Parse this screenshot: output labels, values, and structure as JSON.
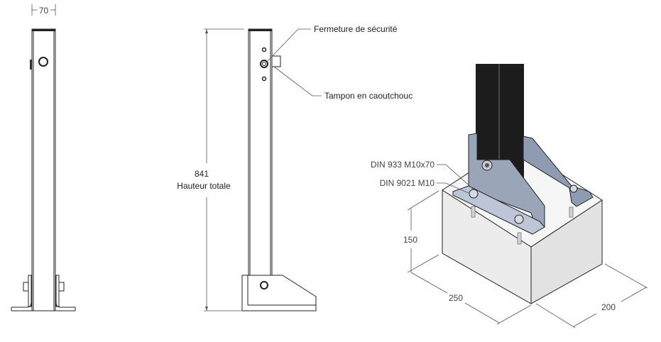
{
  "front_view": {
    "width_dim": "70"
  },
  "side_view": {
    "height_dim": "841",
    "height_label": "Hauteur totale",
    "callout_lock": "Fermeture de sécurité",
    "callout_buffer": "Tampon en caoutchouc"
  },
  "iso_view": {
    "bolt_label": "DIN 933 M10x70",
    "washer_label": "DIN 9021 M10",
    "height_dim": "150",
    "length_dim": "250",
    "depth_dim": "200"
  },
  "colors": {
    "post": "#1c1c1c",
    "bracket": "#9aa6b8",
    "concrete": "#ececec"
  }
}
